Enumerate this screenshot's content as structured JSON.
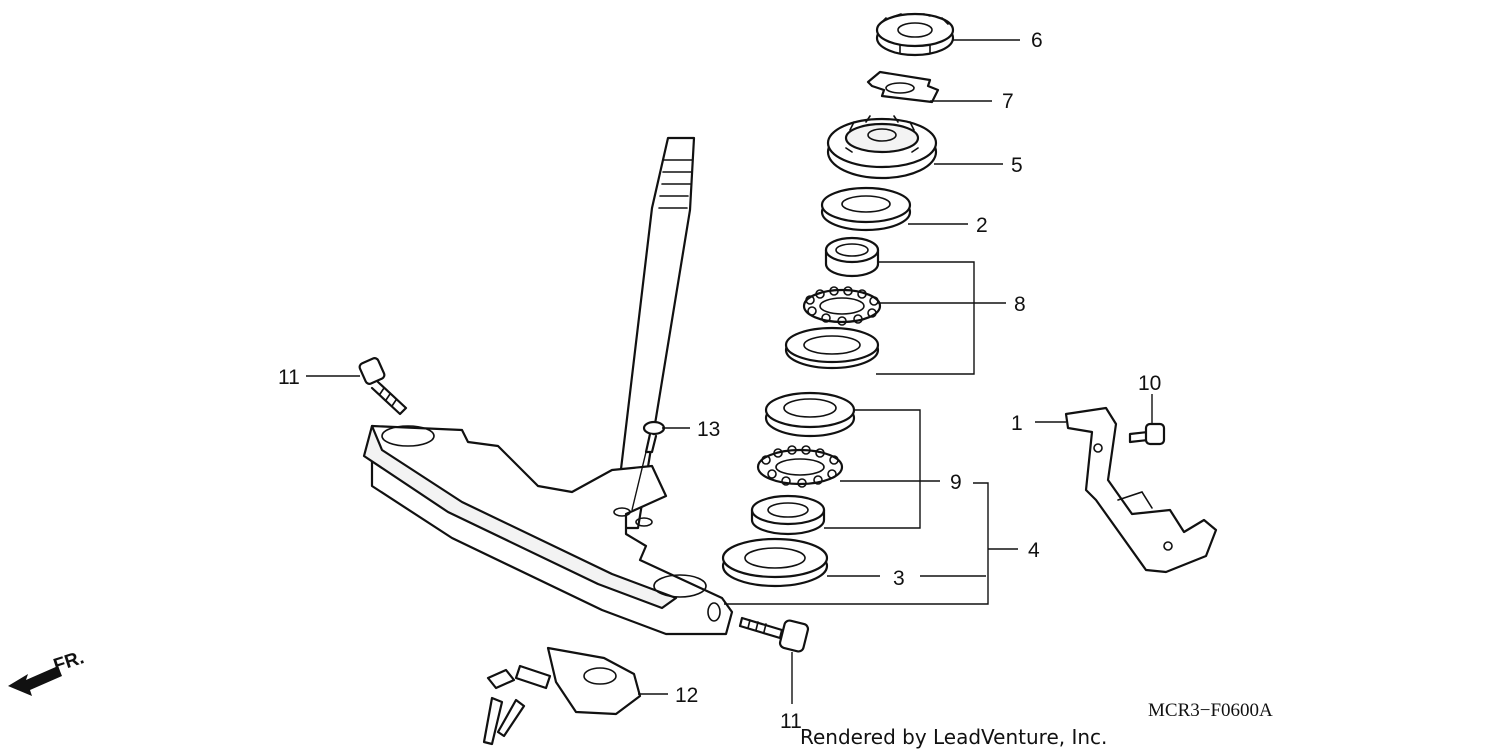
{
  "diagram": {
    "callouts": {
      "c1": "1",
      "c2": "2",
      "c3": "3",
      "c4": "4",
      "c5": "5",
      "c6": "6",
      "c7": "7",
      "c8": "8",
      "c9": "9",
      "c10": "10",
      "c11a": "11",
      "c11b": "11",
      "c12": "12",
      "c13": "13"
    },
    "front_indicator": "FR.",
    "diagram_code": "MCR3−F0600A",
    "credit": "Rendered by LeadVenture, Inc."
  }
}
